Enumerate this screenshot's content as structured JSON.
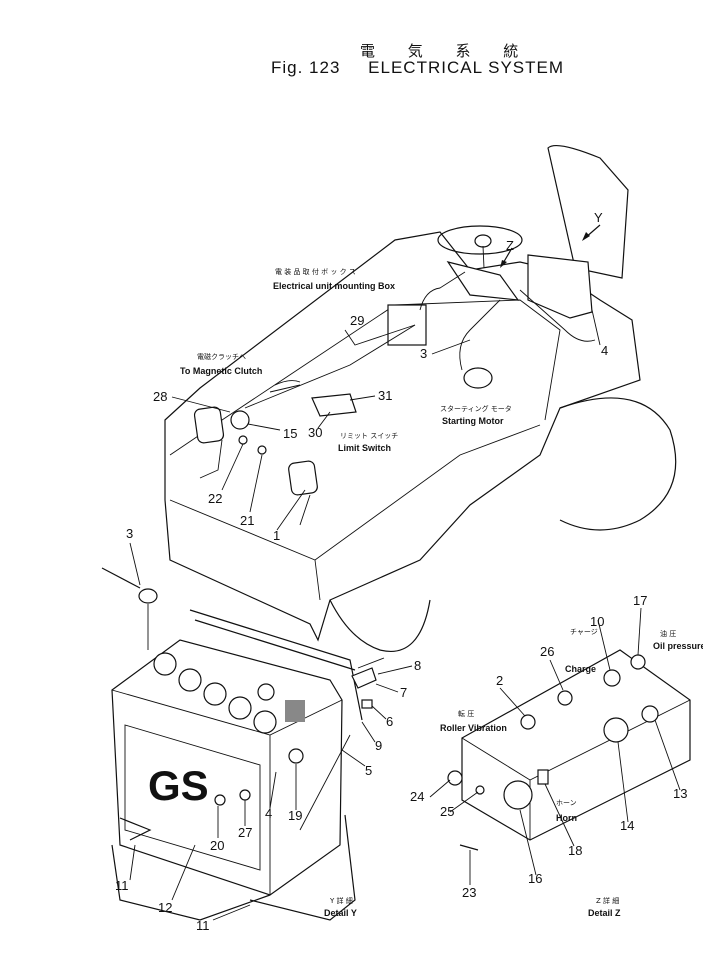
{
  "title": {
    "jp": "電 気 系 統",
    "fig": "Fig. 123",
    "en": "ELECTRICAL SYSTEM"
  },
  "labels": {
    "box_jp": "電 装 品 取 付 ボ ッ ク ス",
    "box_en": "Electrical unit mounting Box",
    "clutch_jp": "電磁クラッチへ",
    "clutch_en": "To Magnetic Clutch",
    "limit_jp": "リミット スイッチ",
    "limit_en": "Limit Switch",
    "motor_jp": "スターティング モータ",
    "motor_en": "Starting Motor",
    "charge_jp": "チャージ",
    "charge_en": "Charge",
    "oil_jp": "油 圧",
    "oil_en": "Oil pressure",
    "roller_jp": "転 圧",
    "roller_en": "Roller Vibration",
    "horn_jp": "ホーン",
    "horn_en": "Horn",
    "detail_y_jp": "Y 詳 細",
    "detail_y": "Detail Y",
    "detail_z_jp": "Z 詳 細",
    "detail_z": "Detail Z",
    "battery_brand": "GS",
    "view_y": "Y",
    "view_z": "Z"
  },
  "parts": {
    "p1": "1",
    "p2": "2",
    "p3a": "3",
    "p3b": "3",
    "p4a": "4",
    "p4b": "4",
    "p5": "5",
    "p6": "6",
    "p7": "7",
    "p8": "8",
    "p9": "9",
    "p10": "10",
    "p11a": "11",
    "p11b": "11",
    "p12": "12",
    "p13": "13",
    "p14": "14",
    "p15": "15",
    "p16": "16",
    "p17": "17",
    "p18": "18",
    "p19": "19",
    "p20": "20",
    "p21": "21",
    "p22": "22",
    "p23": "23",
    "p24": "24",
    "p25": "25",
    "p26": "26",
    "p27": "27",
    "p28": "28",
    "p29": "29",
    "p30": "30",
    "p31": "31"
  }
}
